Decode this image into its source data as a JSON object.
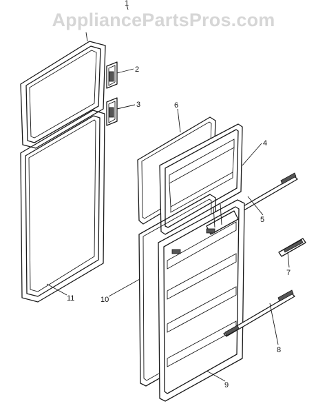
{
  "watermark": "AppliancePartsPros.com",
  "callouts": [
    {
      "label": "1"
    },
    {
      "label": "2"
    },
    {
      "label": "3"
    },
    {
      "label": "4"
    },
    {
      "label": "5"
    },
    {
      "label": "6"
    },
    {
      "label": "7"
    },
    {
      "label": "8"
    },
    {
      "label": "9"
    },
    {
      "label": "10"
    },
    {
      "label": "11"
    }
  ]
}
